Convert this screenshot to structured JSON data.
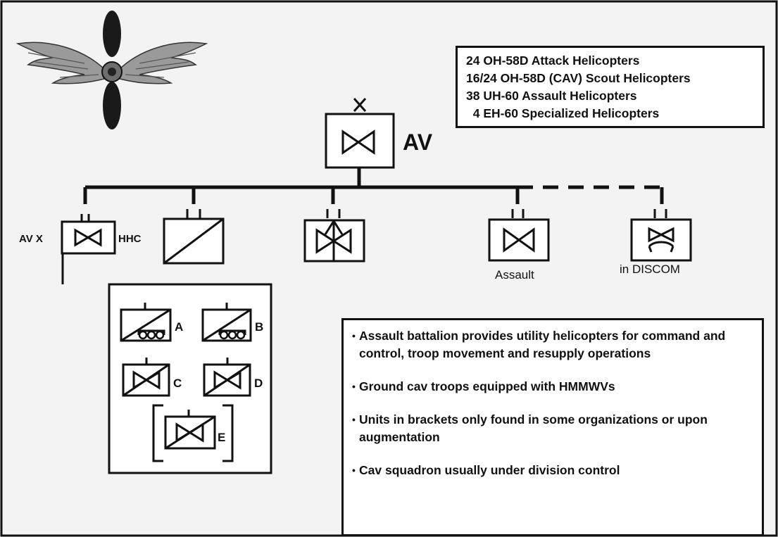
{
  "summary_lines": [
    "24 OH-58D Attack Helicopters",
    "16/24 OH-58D (CAV) Scout Helicopters",
    "38 UH-60 Assault Helicopters",
    "  4 EH-60 Specialized Helicopters"
  ],
  "top_unit": {
    "label": "AV",
    "echelon": "X"
  },
  "subordinates": {
    "hhc_left": "AV X",
    "hhc_right": "HHC",
    "assault": "Assault",
    "discom": "in DISCOM"
  },
  "companies": [
    {
      "label": "A"
    },
    {
      "label": "B"
    },
    {
      "label": "C"
    },
    {
      "label": "D"
    },
    {
      "label": "E"
    }
  ],
  "notes": [
    "Assault battalion provides utility helicopters for command and control, troop movement and resupply operations",
    "Ground cav troops equipped with HMMWVs",
    "Units in brackets only found in some organizations or upon augmentation",
    "Cav squadron usually under division control"
  ]
}
